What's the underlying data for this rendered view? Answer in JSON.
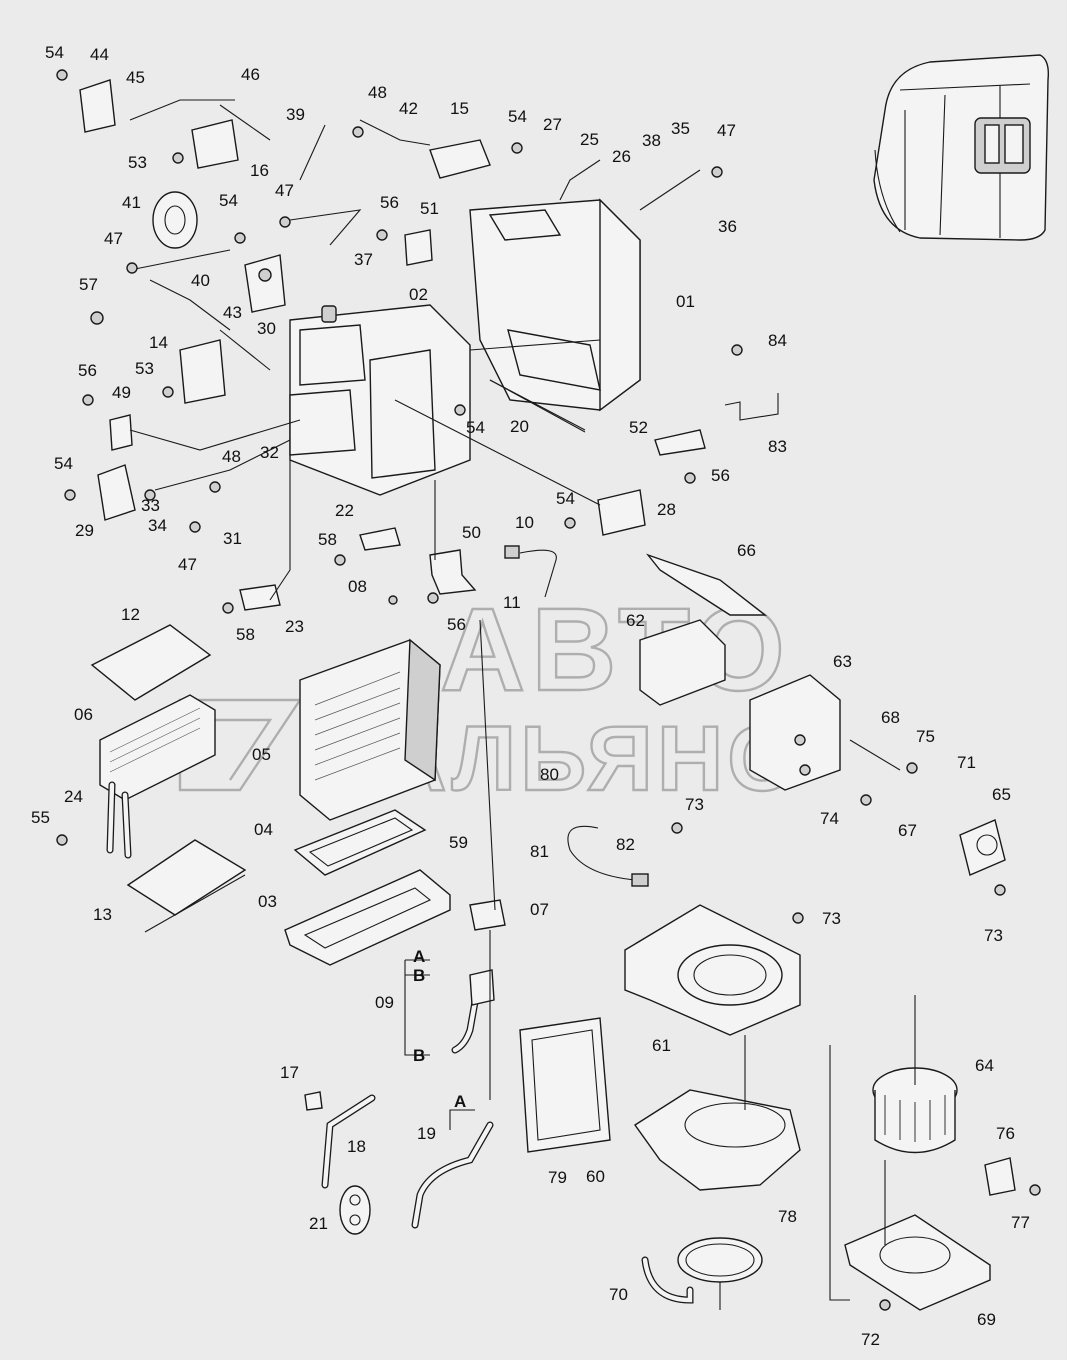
{
  "watermark": {
    "line1": "АВТО",
    "line2": "АЛЬЯНС"
  },
  "letter_markers": [
    "A",
    "B",
    "B",
    "A"
  ],
  "callouts": [
    "54",
    "44",
    "45",
    "46",
    "39",
    "48",
    "42",
    "15",
    "54",
    "27",
    "25",
    "26",
    "38",
    "35",
    "47",
    "53",
    "16",
    "47",
    "41",
    "54",
    "56",
    "51",
    "37",
    "36",
    "47",
    "40",
    "57",
    "02",
    "01",
    "43",
    "30",
    "84",
    "14",
    "53",
    "56",
    "49",
    "83",
    "54",
    "20",
    "52",
    "56",
    "54",
    "48",
    "32",
    "54",
    "28",
    "33",
    "34",
    "29",
    "31",
    "47",
    "22",
    "58",
    "50",
    "10",
    "08",
    "66",
    "58",
    "23",
    "11",
    "56",
    "62",
    "12",
    "63",
    "06",
    "05",
    "68",
    "75",
    "71",
    "80",
    "73",
    "55",
    "24",
    "74",
    "65",
    "67",
    "04",
    "59",
    "82",
    "81",
    "03",
    "07",
    "13",
    "73",
    "73",
    "A",
    "B",
    "09",
    "61",
    "B",
    "64",
    "17",
    "18",
    "19",
    "A",
    "21",
    "60",
    "79",
    "76",
    "77",
    "78",
    "70",
    "72",
    "69"
  ]
}
